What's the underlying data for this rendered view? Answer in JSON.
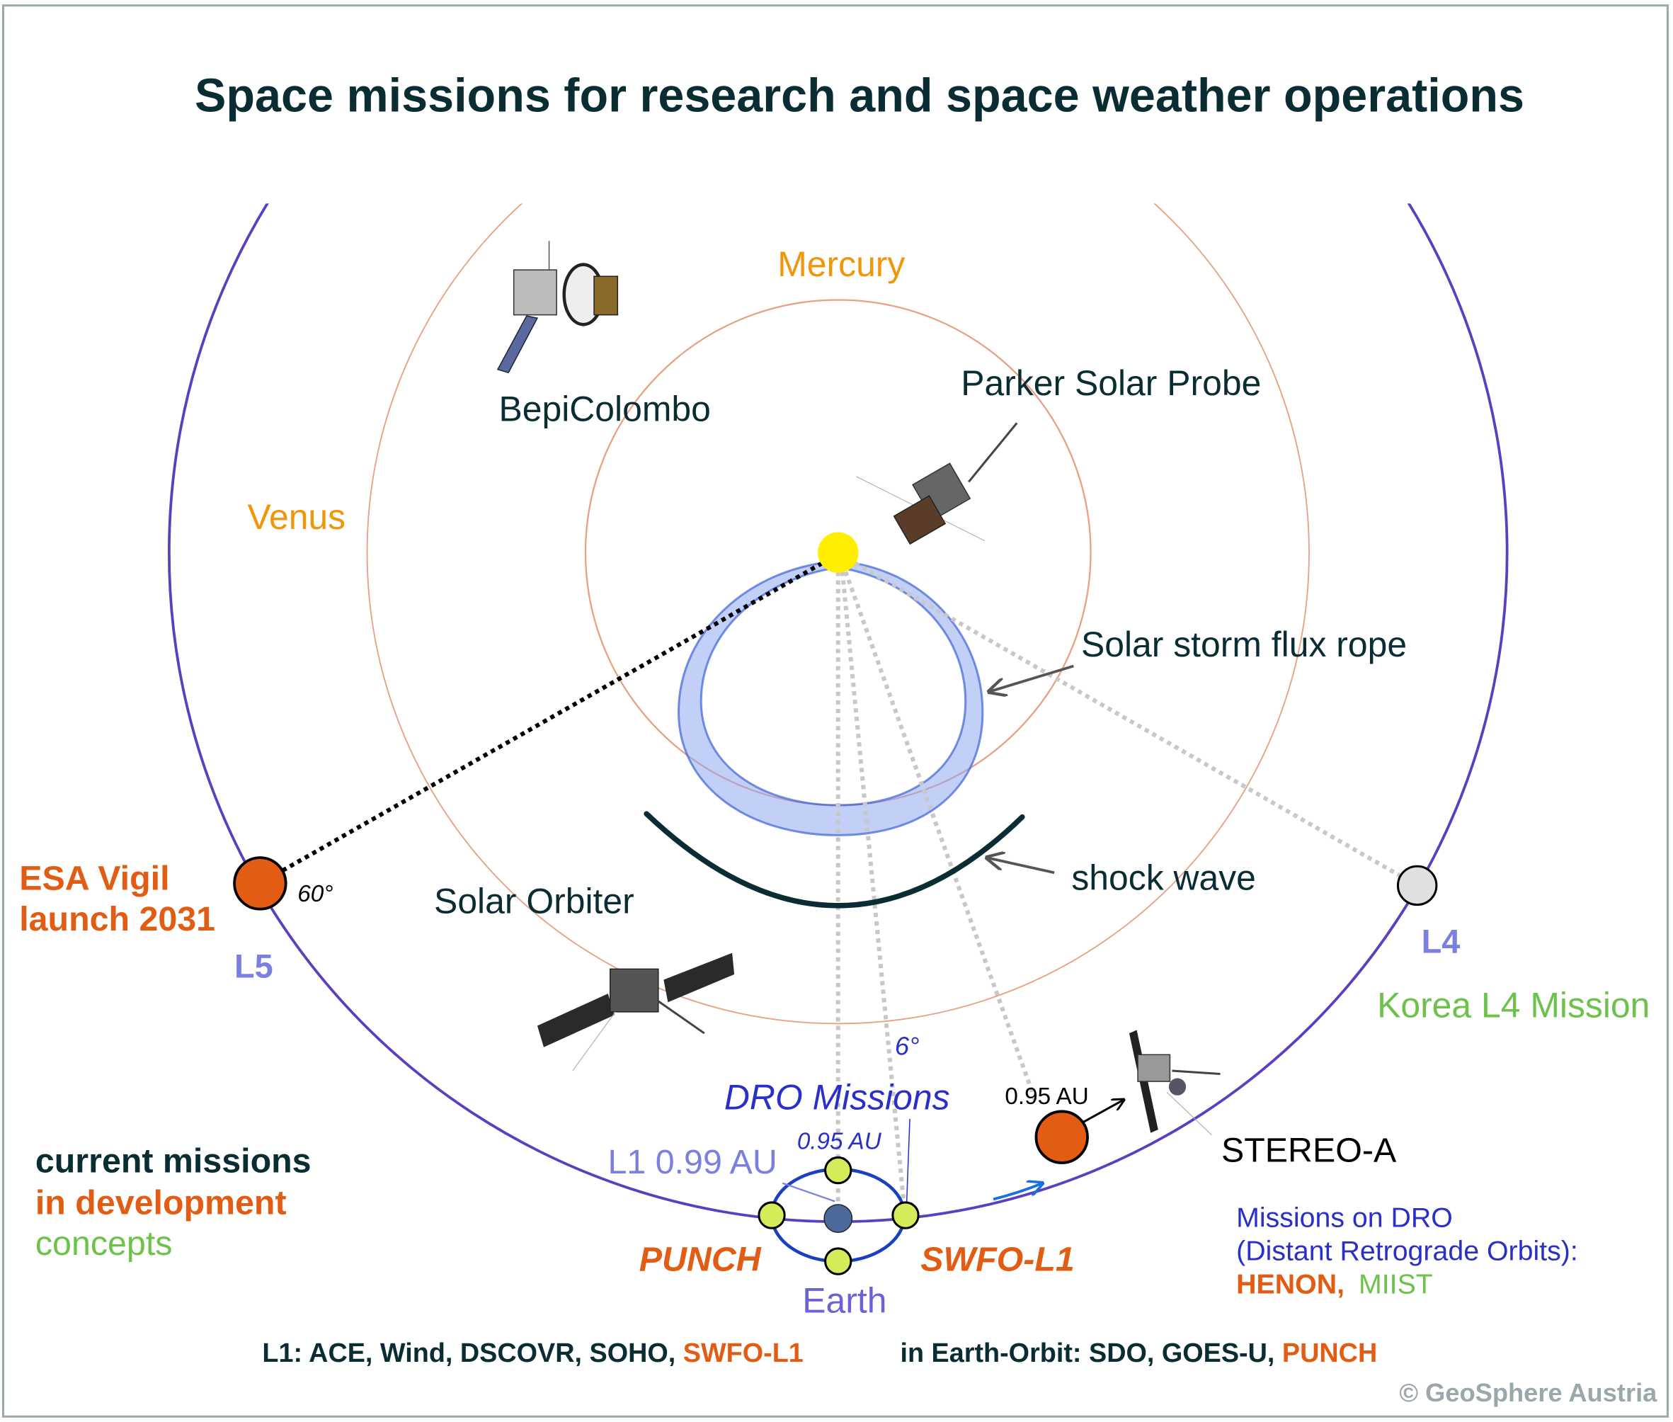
{
  "title": "Space missions for research and space weather operations",
  "bodies": {
    "mercury": "Mercury",
    "venus": "Venus",
    "earth": "Earth"
  },
  "spacecraft": {
    "bepicolombo": "BepiColombo",
    "parker": "Parker Solar Probe",
    "solar_orbiter": "Solar Orbiter",
    "stereo_a": "STEREO-A",
    "stereo_a_distance": "0.95 AU"
  },
  "phenomena": {
    "flux_rope": "Solar storm flux rope",
    "shock_wave": "shock wave"
  },
  "lagrange": {
    "l5_mission_line1": "ESA Vigil",
    "l5_mission_line2": "launch 2031",
    "l5_angle": "60°",
    "l5": "L5",
    "l4": "L4",
    "l4_mission": "Korea L4 Mission",
    "l1_label": "L1 0.99 AU",
    "dro_distance": "0.95 AU",
    "dro_angle": "6°"
  },
  "earth_missions": {
    "dro_missions": "DRO Missions",
    "punch": "PUNCH",
    "swfo": "SWFO-L1"
  },
  "legend": {
    "current": "current missions",
    "development": "in development",
    "concepts": "concepts"
  },
  "dro_note": {
    "line1": "Missions on DRO",
    "line2": "(Distant Retrograde Orbits):",
    "henon": "HENON,",
    "miist": "MIIST"
  },
  "footer": {
    "l1_prefix": "L1: ACE, Wind, DSCOVR, SOHO, ",
    "l1_dev": "SWFO-L1",
    "orbit_prefix": "in Earth-Orbit: SDO, GOES-U, ",
    "orbit_dev": "PUNCH"
  },
  "copyright": "© GeoSphere Austria",
  "colors": {
    "current": "#0a2d33",
    "development": "#e25c14",
    "concepts": "#6cc24a",
    "planet_label": "#f0960a",
    "earth_orbit": "#5b3fbf",
    "planet_orbit": "#e8a080",
    "dro": "#2a2fc8",
    "lagrange": "#7b7fe0"
  }
}
